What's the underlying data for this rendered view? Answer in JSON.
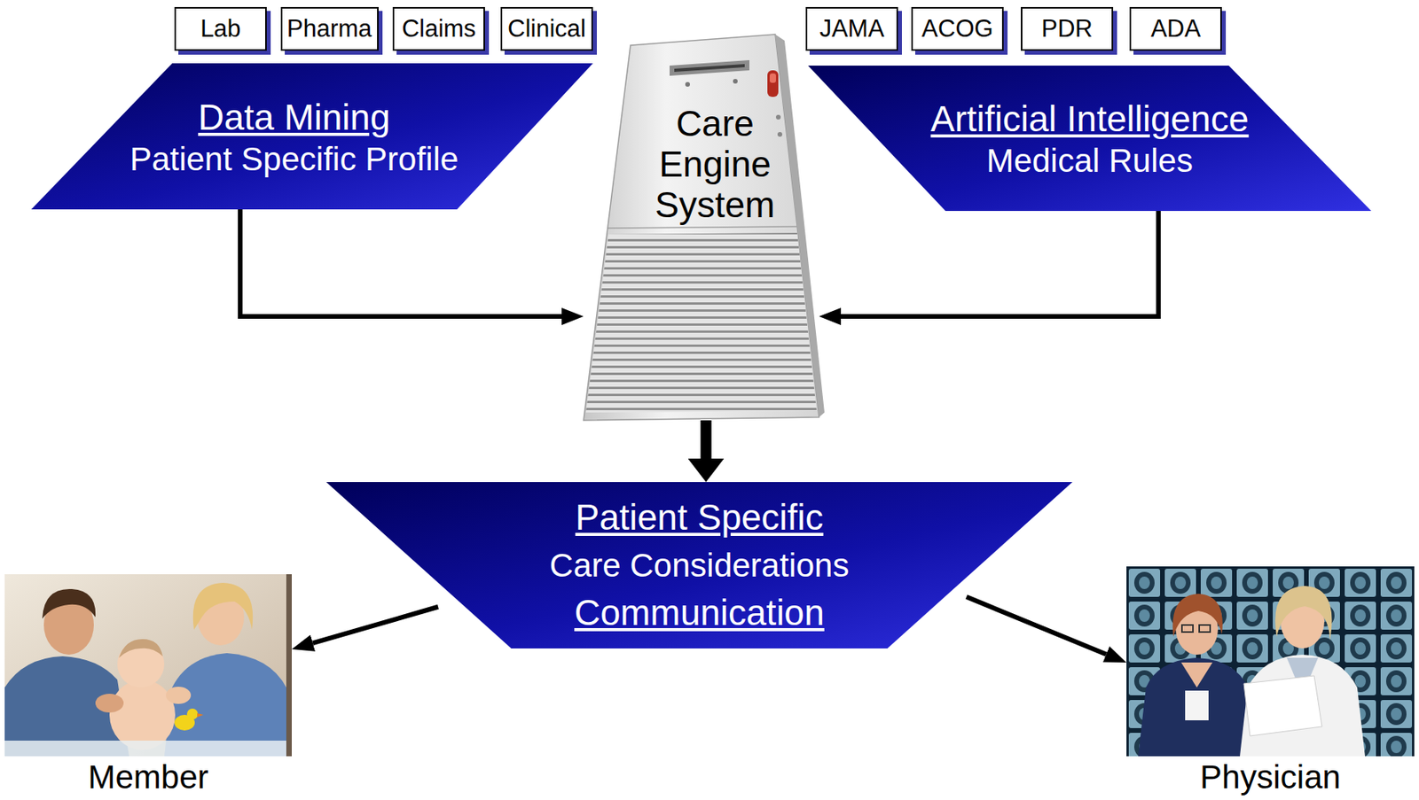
{
  "diagram": {
    "nodes": [
      {
        "text": [
          "Lab"
        ]
      },
      {
        "text": [
          "Pharma"
        ]
      },
      {
        "text": [
          "Claims"
        ]
      },
      {
        "text": [
          "Clinical"
        ]
      },
      {
        "text": [
          "JAMA"
        ]
      },
      {
        "text": [
          "ACOG"
        ]
      },
      {
        "text": [
          "PDR"
        ]
      },
      {
        "text": [
          "ADA"
        ]
      },
      {
        "text": [
          "Data Mining",
          "Patient Specific Profile"
        ]
      },
      {
        "text": [
          "Care Engine System"
        ]
      },
      {
        "text": [
          "Artificial Intelligence",
          "Medical Rules"
        ]
      },
      {
        "text": [
          "Patient Specific",
          "Care Considerations",
          "Communication"
        ]
      },
      {
        "text": [
          "Member"
        ]
      },
      {
        "text": [
          "Physician"
        ]
      }
    ],
    "edges": [
      {
        "from": 8,
        "to": 9,
        "arrow": "to"
      },
      {
        "from": 10,
        "to": 9,
        "arrow": "to"
      },
      {
        "from": 9,
        "to": 11,
        "arrow": "to"
      },
      {
        "from": 11,
        "to": 12,
        "arrow": "to"
      },
      {
        "from": 11,
        "to": 13,
        "arrow": "to"
      }
    ]
  }
}
